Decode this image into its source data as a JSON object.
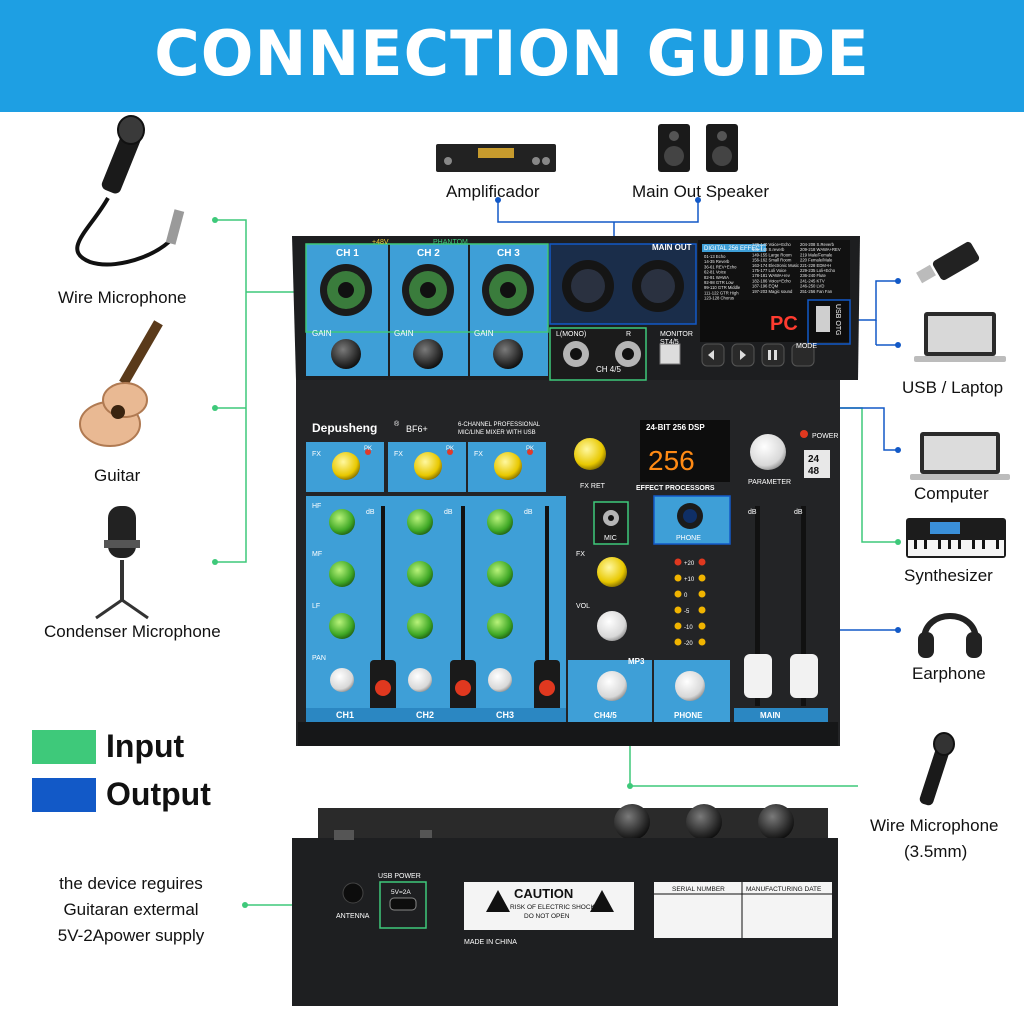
{
  "header": {
    "title": "CONNECTION GUIDE"
  },
  "colors": {
    "banner": "#1e9fe3",
    "input": "#3ec97a",
    "output": "#1259c7",
    "mixer_panel": "#4fa6d6",
    "mixer_body": "#232426"
  },
  "devices": {
    "wire_microphone": "Wire Microphone",
    "guitar": "Guitar",
    "condenser_microphone": "Condenser Microphone",
    "amplifier": "Amplificador",
    "main_out_speaker": "Main Out Speaker",
    "usb_laptop": "USB / Laptop",
    "computer": "Computer",
    "synthesizer": "Synthesizer",
    "earphone": "Earphone",
    "wire_microphone_35": "Wire Microphone",
    "wire_microphone_35_size": "(3.5mm)"
  },
  "legend": {
    "input": "Input",
    "output": "Output"
  },
  "power_note": [
    "the device reguires",
    "Guitaran extermal",
    "5V-2Apower supply"
  ],
  "mixer": {
    "brand": "Depusheng",
    "registered": "®",
    "model": "BF6+",
    "subtitle_1": "6-CHANNEL PROFESSIONAL",
    "subtitle_2": "MIC/LINE MIXER WITH USB",
    "channels": [
      "CH 1",
      "CH 2",
      "CH 3"
    ],
    "channel_strip_labels": [
      "CH1",
      "CH2",
      "CH3"
    ],
    "phantom": "PHANTOM",
    "p48": "+48V",
    "gain": "GAIN",
    "main_out": "MAIN OUT",
    "l_mono": "L(MONO)",
    "r": "R",
    "ch45": "CH 4/5",
    "ch45_strip": "CH4/5",
    "monitor": "MONITOR",
    "st45": "ST4/5",
    "fx": "FX",
    "pk": "PK",
    "fx_ret": "FX RET",
    "dsp_title": "24-BIT 256 DSP",
    "dsp_value": "256",
    "effect_processors": "EFFECT PROCESSORS",
    "parameter": "PARAMETER",
    "power": "POWER",
    "bits": "24",
    "khz": "48",
    "mic": "MIC",
    "phone": "PHONE",
    "mp3": "MP3",
    "vol": "VOL",
    "main": "MAIN",
    "mode": "MODE",
    "usb_otg": "USB OTG",
    "display": "PC",
    "digital_effects": "DIGITAL 256 EFFECT",
    "eq_labels": [
      "HF",
      "MF",
      "LF",
      "PAN"
    ],
    "db": "dB",
    "meter_levels": [
      "+20",
      "+10",
      "0",
      "-5",
      "-10",
      "-20"
    ],
    "effects_list": [
      "01-13 Echo",
      "14-35 Reverb",
      "36-61 REV+Echo",
      "62-81 Voice",
      "82-91 WAWA",
      "92-98 GTR Low",
      "99-110 GTR Middle",
      "111-122 GTR High",
      "123-128 Chorus",
      "129-140 Voice+Echo",
      "141-148 S.reverb",
      "149-155 Large Room",
      "156-162 Small Room",
      "163-174 Electronic Music",
      "175-177 Loli Voice",
      "178-181 WAWA+rev",
      "182-186 Voice+Echo",
      "187-196 EQM",
      "197-203 Magic sound",
      "204-208 S.Reverb",
      "209-218 WAWA+REV",
      "219 Male/Female",
      "220 Female/Male",
      "221-228 EDM+H",
      "229-235 Loli+Echo",
      "236-240 Flute",
      "241-245 KTV",
      "246-250 LVD",
      "251-256 Fan Fan"
    ]
  },
  "rear": {
    "caution": "CAUTION",
    "warning_1": "RISK OF ELECTRIC SHOCK",
    "warning_2": "DO NOT OPEN",
    "made_in": "MADE IN CHINA",
    "serial": "SERIAL NUMBER",
    "manufacturing": "MANUFACTURING DATE",
    "usb_power": "USB POWER",
    "power_spec": "5V=2A",
    "antenna": "ANTENNA"
  }
}
